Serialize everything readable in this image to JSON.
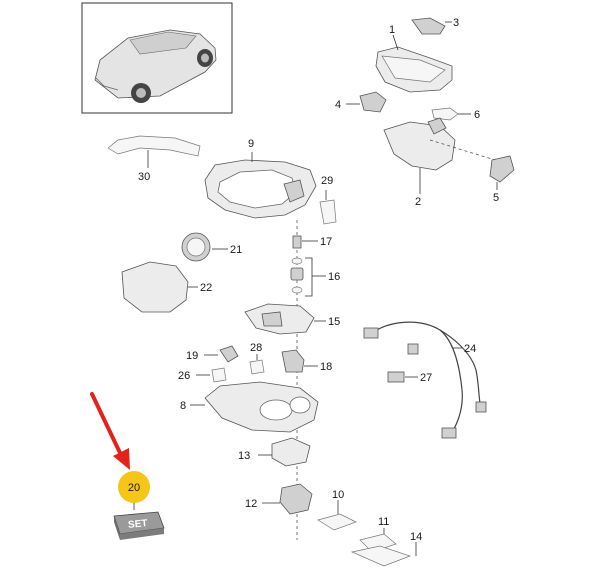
{
  "colors": {
    "highlight_circle": "#f5c518",
    "arrow": "#e2231a",
    "part_fill": "#ececec",
    "outline": "#555555"
  },
  "labels": {
    "p1": "1",
    "p2": "2",
    "p3": "3",
    "p4": "4",
    "p5": "5",
    "p6": "6",
    "p8": "8",
    "p9": "9",
    "p10": "10",
    "p11": "11",
    "p12": "12",
    "p13": "13",
    "p14": "14",
    "p15": "15",
    "p16": "16",
    "p17": "17",
    "p18": "18",
    "p19": "19",
    "p20": "20",
    "p21": "21",
    "p22": "22",
    "p24": "24",
    "p26": "26",
    "p27": "27",
    "p28": "28",
    "p29": "29",
    "p30": "30"
  },
  "set_box_text": "SET",
  "icons": [
    "car-thumbnail-icon",
    "red-arrow-icon"
  ]
}
